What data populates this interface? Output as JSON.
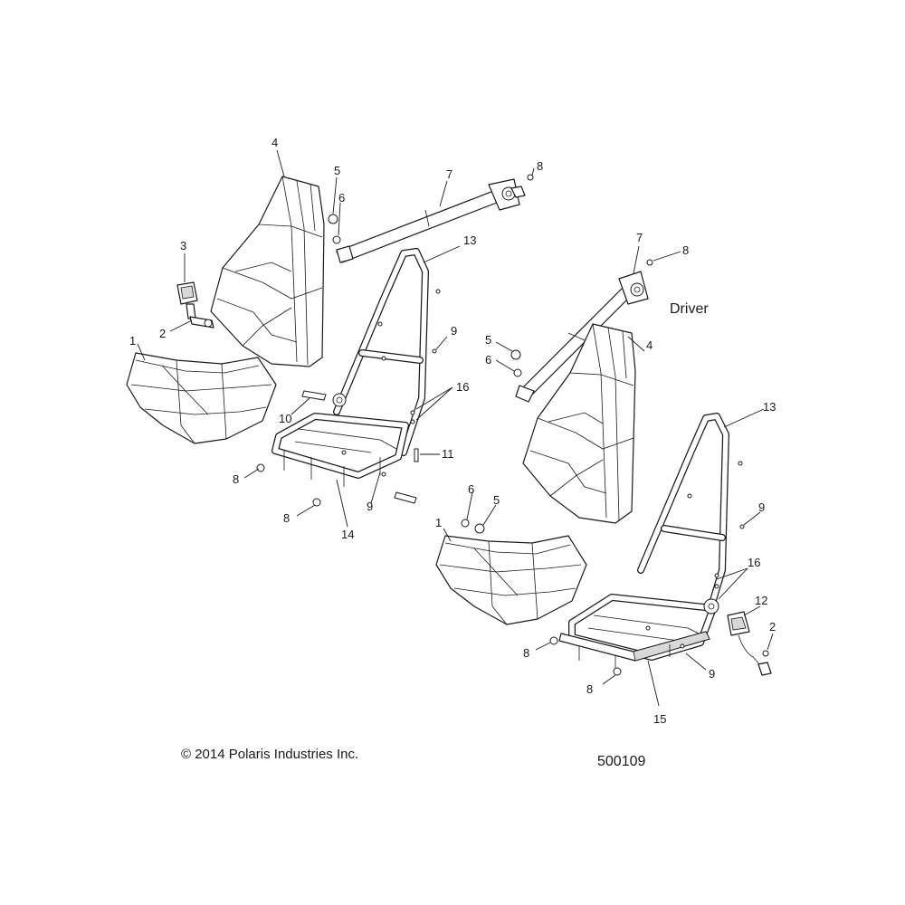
{
  "diagram": {
    "side_label": "Driver",
    "copyright": "© 2014 Polaris Industries Inc.",
    "figure_number": "500109",
    "callouts_left": [
      "1",
      "2",
      "3",
      "4",
      "5",
      "6",
      "7",
      "8",
      "13",
      "9",
      "16",
      "10",
      "11",
      "8",
      "9",
      "8",
      "14"
    ],
    "callouts_right": [
      "7",
      "8",
      "5",
      "6",
      "4",
      "13",
      "9",
      "6",
      "5",
      "1",
      "16",
      "12",
      "2",
      "8",
      "9",
      "8",
      "15"
    ]
  }
}
